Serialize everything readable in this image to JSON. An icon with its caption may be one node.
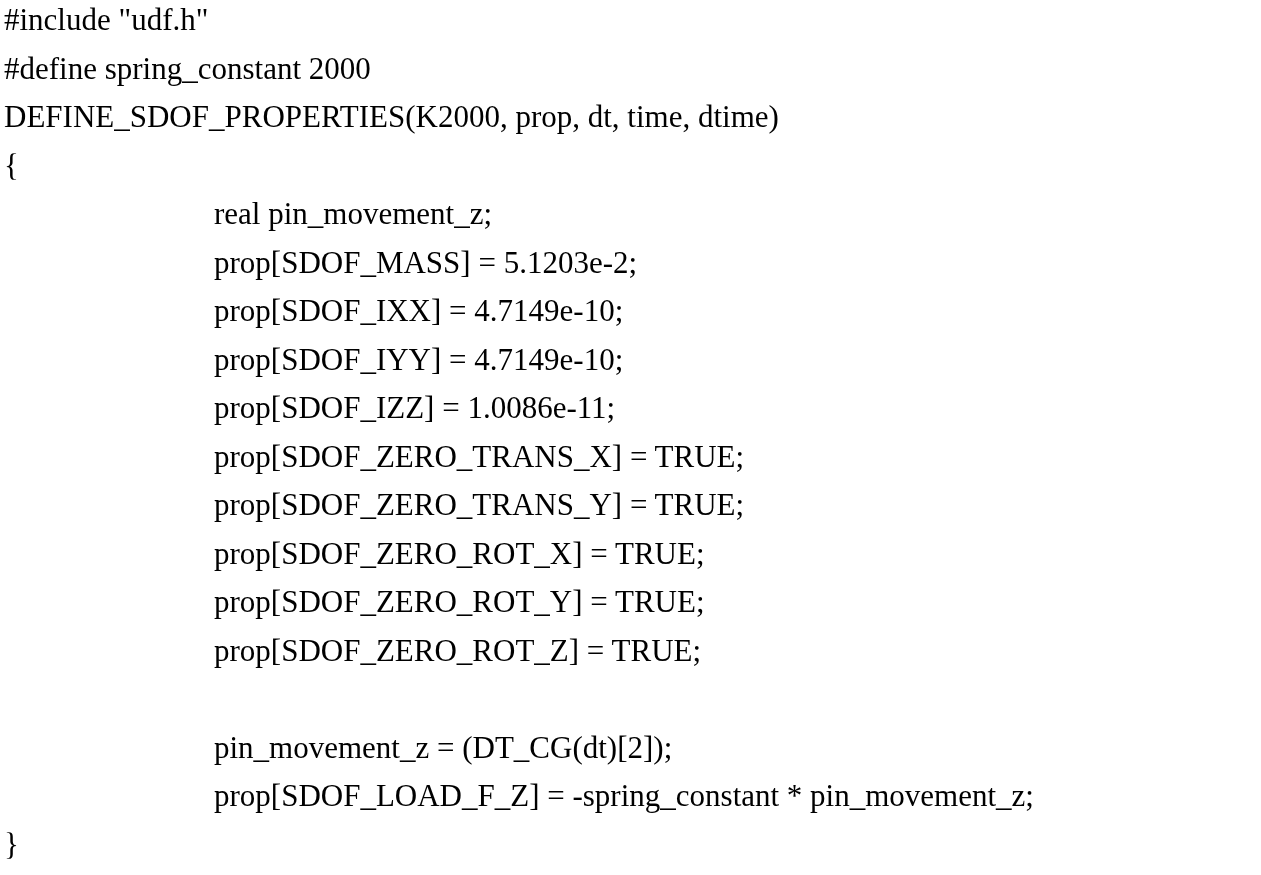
{
  "diagram": {
    "labels": [
      "#include \"udf.h\"",
      "#define spring_constant 2000",
      "DEFINE_SDOF_PROPERTIES(K2000, prop, dt, time, dtime)",
      "{",
      "real pin_movement_z;",
      "prop[SDOF_MASS] = 5.1203e-2;",
      "prop[SDOF_IXX] = 4.7149e-10;",
      "prop[SDOF_IYY] = 4.7149e-10;",
      "prop[SDOF_IZZ] = 1.0086e-11;",
      "prop[SDOF_ZERO_TRANS_X] = TRUE;",
      "prop[SDOF_ZERO_TRANS_Y] = TRUE;",
      "prop[SDOF_ZERO_ROT_X] = TRUE;",
      "prop[SDOF_ZERO_ROT_Y] = TRUE;",
      "prop[SDOF_ZERO_ROT_Z] = TRUE;",
      "pin_movement_z = (DT_CG(dt)[2]);",
      "prop[SDOF_LOAD_F_Z] = -spring_constant * pin_movement_z;",
      "}"
    ]
  }
}
